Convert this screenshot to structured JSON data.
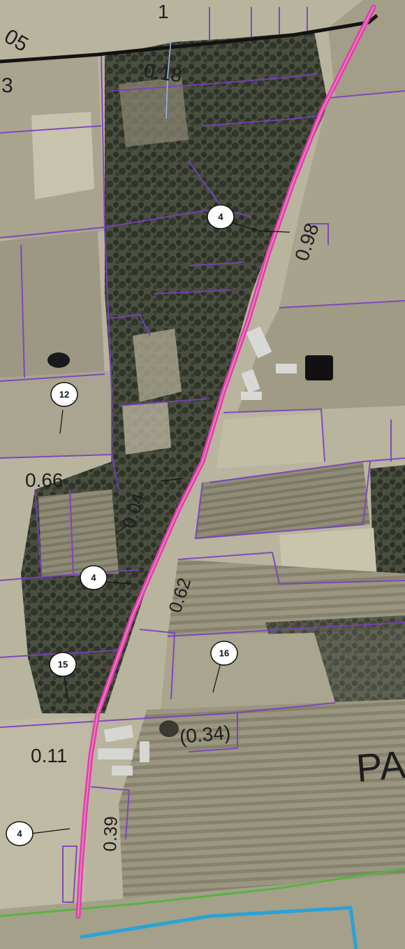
{
  "map": {
    "colors": {
      "field_light": "#b8b49e",
      "field_mid": "#a19d86",
      "field_dark": "#8a8672",
      "forest": "#3e4336",
      "forest_dark": "#262b22",
      "parcel_line": "#7a3fc2",
      "highway": "#e13fa8",
      "boundary_black": "#121212",
      "boundary_green": "#58b340",
      "boundary_cyan": "#2aa3d6",
      "pond": "#111111",
      "label_ink": "#1e1e1e"
    },
    "route_markers": [
      {
        "id": "marker-4-top",
        "text": "4"
      },
      {
        "id": "marker-12",
        "text": "12"
      },
      {
        "id": "marker-4-mid",
        "text": "4"
      },
      {
        "id": "marker-15",
        "text": "15"
      },
      {
        "id": "marker-16",
        "text": "16"
      },
      {
        "id": "marker-4-bottom",
        "text": "4"
      }
    ],
    "segment_labels": [
      {
        "id": "label-0-18",
        "text": "0.18"
      },
      {
        "id": "label-0-98",
        "text": "0.98"
      },
      {
        "id": "label-0-66",
        "text": "0.66"
      },
      {
        "id": "label-0-04",
        "text": "0.04"
      },
      {
        "id": "label-0-62",
        "text": "0.62"
      },
      {
        "id": "label-0-34",
        "text": "(0.34)"
      },
      {
        "id": "label-0-11",
        "text": "0.11"
      },
      {
        "id": "label-0-39",
        "text": "0.39"
      }
    ],
    "edge_text": [
      {
        "id": "edge-text-top-left",
        "text": "05"
      },
      {
        "id": "edge-text-left",
        "text": "3"
      },
      {
        "id": "edge-text-top",
        "text": "1"
      },
      {
        "id": "edge-text-right",
        "text": "PA"
      }
    ]
  }
}
